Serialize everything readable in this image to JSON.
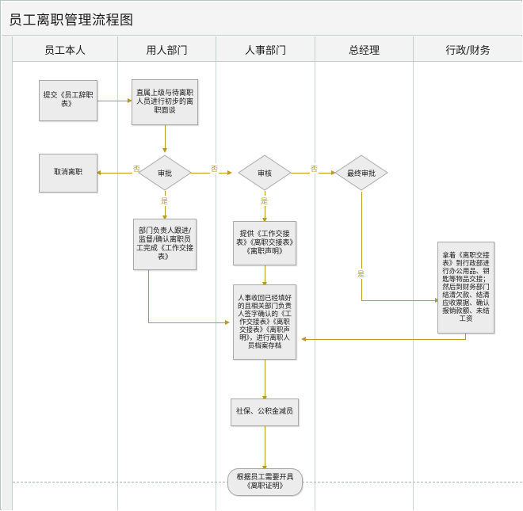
{
  "document": {
    "title": "员工离职管理流程图"
  },
  "lanes": [
    {
      "id": "employee",
      "label": "员工本人"
    },
    {
      "id": "hiring_dept",
      "label": "用人部门"
    },
    {
      "id": "hr_dept",
      "label": "人事部门"
    },
    {
      "id": "general_manager",
      "label": "总经理"
    },
    {
      "id": "admin_finance",
      "label": "行政/财务"
    }
  ],
  "nodes": {
    "submit_resignation": "提交《员工辞职表》",
    "cancel_resignation": "取消离职",
    "supervisor_interview": "直属上级与待离职人员进行初步的离职面谈",
    "dept_followup": "部门负责人跟进/监督/确认离职员工完成《工作交接表》",
    "hr_provide_forms": "提供《工作交接表》《离职交接表》《离职声明》",
    "hr_collect_archive": "人事收回已经填好的且相关部门负责人签字确认的《工作交接表》《离职交接表》《离职声明》，进行离职人员档案存档",
    "social_insurance": "社保、公积金减员",
    "issue_certificate": "根据员工需要开具《离职证明》",
    "admin_finance_handover": "拿着《离职交接表》到行政部进行办公用品、钥匙等物品交接；然后到财务部门结清欠款、结清应收票据、确认报销款额、未结工资"
  },
  "decisions": {
    "approval": "审批",
    "review": "审核",
    "final_approval": "最终审批"
  },
  "edge_labels": {
    "approval_no": "否",
    "approval_yes": "是",
    "review_no": "否",
    "review_yes": "是",
    "final_no": "否",
    "final_yes": "是"
  },
  "colors": {
    "connector": "#b79b23",
    "node_fill": "#ececec",
    "node_border": "#a8a8a8",
    "lane_border": "#c6cecc",
    "title_bar": "#f3f4f3"
  }
}
